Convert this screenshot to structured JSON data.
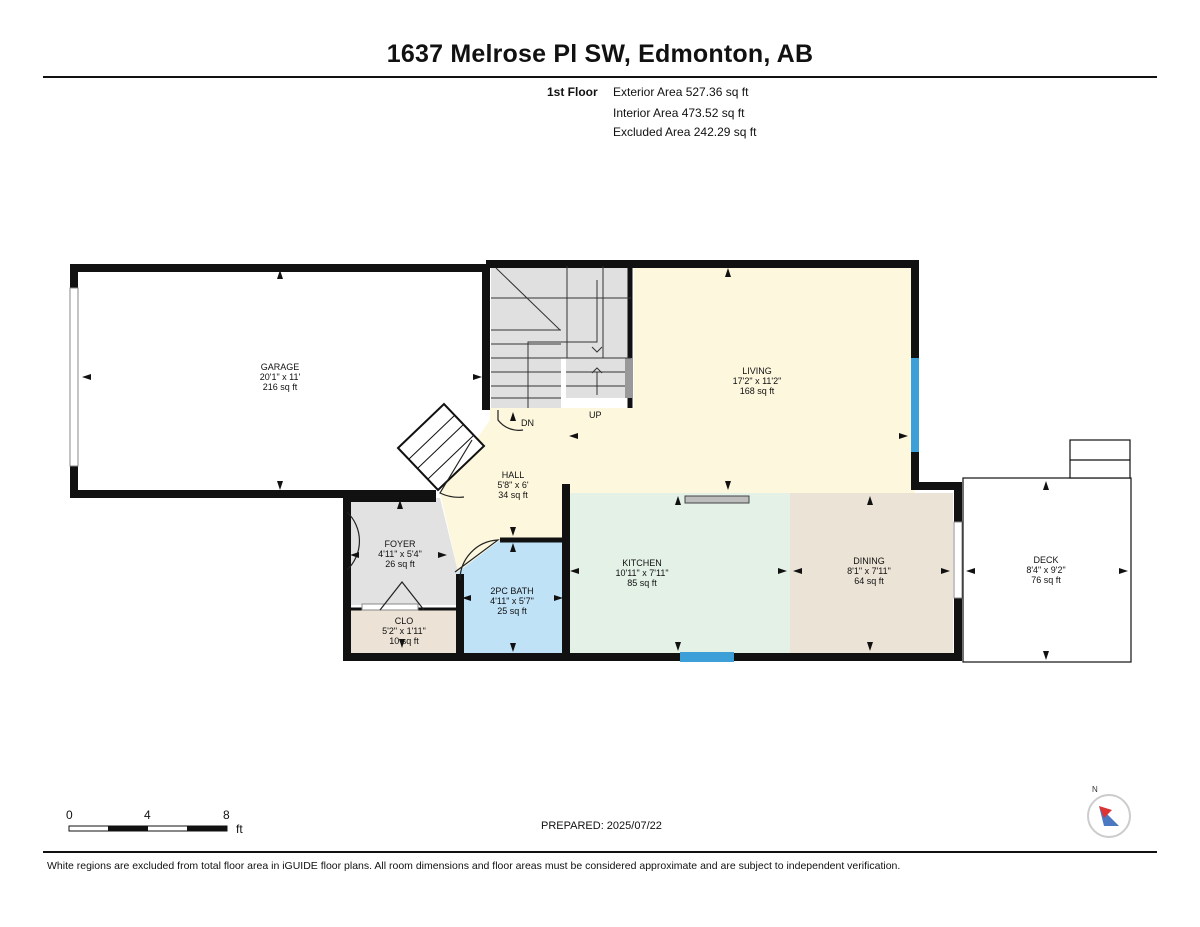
{
  "header": {
    "title": "1637 Melrose Pl SW, Edmonton, AB",
    "floor_label": "1st Floor",
    "areas": [
      "Exterior Area 527.36 sq ft",
      "Interior Area 473.52 sq ft",
      "Excluded Area 242.29 sq ft"
    ]
  },
  "rooms": {
    "garage": {
      "name": "GARAGE",
      "dims": "20'1\" x 11'",
      "area": "216 sq ft"
    },
    "living": {
      "name": "LIVING",
      "dims": "17'2\" x 11'2\"",
      "area": "168 sq ft"
    },
    "hall": {
      "name": "HALL",
      "dims": "5'8\" x 6'",
      "area": "34 sq ft"
    },
    "foyer": {
      "name": "FOYER",
      "dims": "4'11\" x 5'4\"",
      "area": "26 sq ft"
    },
    "clo": {
      "name": "CLO",
      "dims": "5'2\" x 1'11\"",
      "area": "10 sq ft"
    },
    "bath": {
      "name": "2PC BATH",
      "dims": "4'11\" x 5'7\"",
      "area": "25 sq ft"
    },
    "kitchen": {
      "name": "KITCHEN",
      "dims": "10'11\" x 7'11\"",
      "area": "85 sq ft"
    },
    "dining": {
      "name": "DINING",
      "dims": "8'1\" x 7'11\"",
      "area": "64 sq ft"
    },
    "deck": {
      "name": "DECK",
      "dims": "8'4\" x 9'2\"",
      "area": "76 sq ft"
    }
  },
  "stairs": {
    "down_label": "DN",
    "up_label": "UP"
  },
  "scale": {
    "ticks": [
      "0",
      "4",
      "8"
    ],
    "unit": "ft"
  },
  "prepared": "PREPARED: 2025/07/22",
  "footer": "White regions are excluded from total floor area in iGUIDE floor plans. All room dimensions and floor areas must be considered approximate and are subject to independent verification.",
  "colors": {
    "living": "#fcf7dd",
    "hall": "#fcf7dd",
    "kitchen": "#e3f1e7",
    "dining": "#ebe3d6",
    "bath": "#bfe2f7",
    "foyer": "#e2e2e2",
    "clo": "#ece3d6",
    "stairs": "#e0e0e0",
    "window": "#3d9fd7",
    "wall": "#111111"
  },
  "compass_icon": "north-compass-icon"
}
